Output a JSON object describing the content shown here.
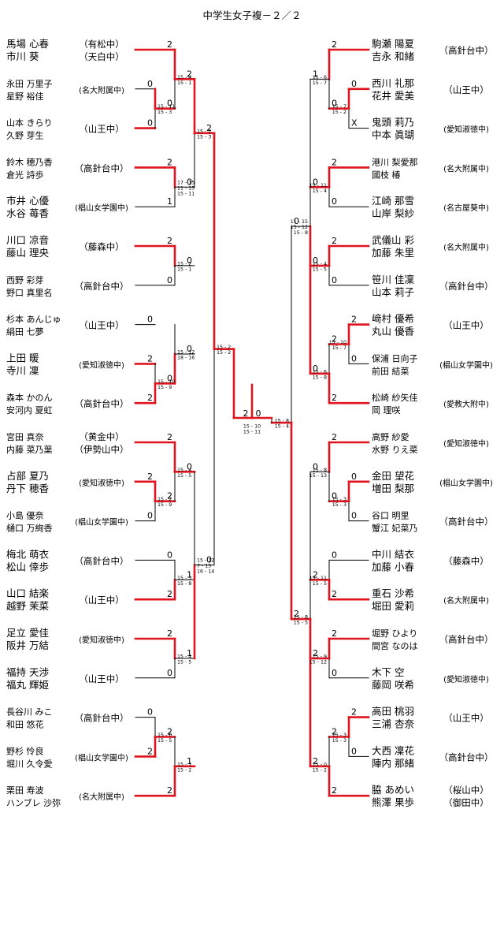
{
  "title": "中学生女子複－２／２",
  "left_pairs": [
    {
      "p1": "馬場 心春",
      "p2": "市川  葵",
      "team": "（有松中）",
      "team2": "（天白中）"
    },
    {
      "p1": "永田 万里子",
      "p2": "星野 裕佳",
      "team": "(名大附属中)"
    },
    {
      "p1": "山本 きらり",
      "p2": "久野 芽生",
      "team": "（山王中）"
    },
    {
      "p1": "鈴木 穂乃香",
      "p2": "倉光 詩歩",
      "team": "（高針台中）"
    },
    {
      "p1": "市井 心優",
      "p2": "水谷 苺香",
      "team": "(椙山女学園中)"
    },
    {
      "p1": "川口 凉音",
      "p2": "藤山 理央",
      "team": "（藤森中）"
    },
    {
      "p1": "西野 彩芽",
      "p2": "野口 真里名",
      "team": "（高針台中）"
    },
    {
      "p1": "杉本 あんじゅ",
      "p2": "絹田 七夢",
      "team": "（山王中）"
    },
    {
      "p1": "上田  暖",
      "p2": "寺川  凜",
      "team": "(愛知淑徳中)"
    },
    {
      "p1": "森本 かのん",
      "p2": "安河内 夏虹",
      "team": "（高針台中）"
    },
    {
      "p1": "宮田 真奈",
      "p2": "内藤 菜乃葉",
      "team": "（黄金中）",
      "team2": "（伊勢山中）"
    },
    {
      "p1": "占部 夏乃",
      "p2": "丹下 穂香",
      "team": "(愛知淑徳中)"
    },
    {
      "p1": "小島 優奈",
      "p2": "樋口 万絢香",
      "team": "(椙山女学園中)"
    },
    {
      "p1": "梅北 萌衣",
      "p2": "松山 倖歩",
      "team": "（高針台中）"
    },
    {
      "p1": "山口 結楽",
      "p2": "越野 茉菜",
      "team": "（山王中）"
    },
    {
      "p1": "足立 愛佳",
      "p2": "阪井 万結",
      "team": "(愛知淑徳中)"
    },
    {
      "p1": "福持 天渉",
      "p2": "福丸 輝姫",
      "team": "（山王中）"
    },
    {
      "p1": "長谷川 みこ",
      "p2": "和田 悠花",
      "team": "（高針台中）"
    },
    {
      "p1": "野杉 怜良",
      "p2": "堀川 久令愛",
      "team": "(椙山女学園中)"
    },
    {
      "p1": "栗田 寿波",
      "p2": "ハンブレ 沙弥",
      "team": "(名大附属中)"
    }
  ],
  "right_pairs": [
    {
      "p1": "駒瀬 陽夏",
      "p2": "吉永 和緒",
      "team": "（高針台中）"
    },
    {
      "p1": "西川 礼那",
      "p2": "花井 愛美",
      "team": "（山王中）"
    },
    {
      "p1": "鬼頭 莉乃",
      "p2": "中本 眞瑚",
      "team": "(愛知淑徳中)"
    },
    {
      "p1": "港川 梨愛那",
      "p2": "國枝  椿",
      "team": "(名大附属中)"
    },
    {
      "p1": "江崎 那雪",
      "p2": "山岸 梨紗",
      "team": "(名古屋葵中)"
    },
    {
      "p1": "武儀山 彩",
      "p2": "加藤 朱里",
      "team": "(名大附属中)"
    },
    {
      "p1": "笹川 佳凜",
      "p2": "山本 莉子",
      "team": "（高針台中）"
    },
    {
      "p1": "﨑村 優希",
      "p2": "丸山 優香",
      "team": "（山王中）"
    },
    {
      "p1": "保浦 日向子",
      "p2": "前田 結菜",
      "team": "(椙山女学園中)"
    },
    {
      "p1": "松崎 紗矢佳",
      "p2": "岡  理咲",
      "team": "(愛教大附中)"
    },
    {
      "p1": "高野 紗愛",
      "p2": "水野 りえ菜",
      "team": "(愛知淑徳中)"
    },
    {
      "p1": "金田 望花",
      "p2": "増田 梨那",
      "team": "(椙山女学園中)"
    },
    {
      "p1": "谷口 明里",
      "p2": "蟹江 妃菜乃",
      "team": "（高針台中）"
    },
    {
      "p1": "中川 結衣",
      "p2": "加藤 小春",
      "team": "（藤森中）"
    },
    {
      "p1": "重石 沙希",
      "p2": "堀田 愛莉",
      "team": "(名大附属中)"
    },
    {
      "p1": "堀野 ひより",
      "p2": "間宮 なのは",
      "team": "（高針台中）"
    },
    {
      "p1": "木下  空",
      "p2": "藤岡 咲希",
      "team": "(愛知淑徳中)"
    },
    {
      "p1": "高田 桃羽",
      "p2": "三浦 杏奈",
      "team": "（山王中）"
    },
    {
      "p1": "大西 凜花",
      "p2": "陣内 那緒",
      "team": "（高針台中）"
    },
    {
      "p1": "脇 あめい",
      "p2": "熊澤 果歩",
      "team": "（桜山中）",
      "team2": "（御田中）"
    }
  ],
  "left_results": {
    "a1": [
      "2",
      "0",
      "0",
      "2",
      "1",
      "2",
      "0",
      "0",
      "2",
      "2",
      "2",
      "2",
      "0",
      "0",
      "2",
      "2",
      "0",
      "0",
      "2",
      "2"
    ],
    "a2": [
      "2",
      "0",
      "2",
      "0",
      "0",
      "2",
      "2",
      "0",
      "0",
      "2"
    ],
    "a3": [
      "2",
      "0",
      "0",
      "1"
    ],
    "a4": [
      "2",
      "0"
    ]
  },
  "right_results": {
    "a1": [
      "2",
      "0",
      "X",
      "2",
      "0",
      "2",
      "0",
      "2",
      "0",
      "2",
      "2",
      "0",
      "0",
      "0",
      "2",
      "2",
      "0",
      "2",
      "0",
      "2"
    ],
    "a2": [
      "2",
      "0",
      "0",
      "2",
      "2",
      "0",
      "0",
      "2",
      "2",
      "2"
    ],
    "a3": [
      "1",
      "0",
      "0",
      "2"
    ],
    "a4": [
      "0",
      "2"
    ]
  },
  "scores": {
    "left_q": [
      [
        "15 - 0",
        "15 - 0"
      ],
      [
        "15 - 11",
        "15 - 3"
      ],
      [
        "17 - 15",
        "11 - 15",
        "15 - 11"
      ],
      [
        "15 - 2",
        "15 - 1"
      ],
      [
        "15 - 10",
        "15 - 9"
      ],
      [
        "15 - 6",
        "15 - 4"
      ],
      [
        "15 - 2",
        "15 - 9"
      ],
      [
        "15 - 3",
        "15 - 8"
      ],
      [
        "15 - 4",
        "15 - 5"
      ],
      [
        "15 - 6",
        "15 - 5"
      ]
    ],
    "left_r2": [
      [
        "15 - 4",
        "15 - 1"
      ],
      [
        "15 - 12",
        "18 - 16"
      ],
      [
        "15 - 11",
        "15 - 10"
      ],
      [
        "15 - 4",
        "15 - 5"
      ],
      [
        "15 - 8",
        "15 - 10"
      ],
      [
        "15 - 1",
        "15 - 2"
      ]
    ],
    "left_r3": [
      [
        "15 - 2",
        "15 - 3"
      ],
      [
        "15 - 12",
        "7 - 15",
        "16 - 14"
      ]
    ],
    "left_sf": [
      "15 - 2",
      "15 - 2"
    ],
    "right_q": [
      [
        "15 - 7",
        "15 - 2"
      ],
      [
        "15 - 11",
        "15 - 4"
      ],
      [
        "15 - 4",
        "15 - 5"
      ],
      [
        "15 - 10",
        "15 - 7"
      ],
      [
        "15 - 11",
        "15 - 2"
      ],
      [
        "15 - 3",
        "15 - 3"
      ],
      [
        "15 - 11",
        "15 - 5"
      ],
      [
        "15 - 9",
        "15 - 12"
      ],
      [
        "15 - 3",
        "15 - 3"
      ],
      [
        "15 - 0",
        "15 - 2"
      ]
    ],
    "right_r2": [
      [
        "15 - 6",
        "15 - 7"
      ],
      [
        "15 - 9",
        "15 - 10"
      ],
      [
        "15 - 6",
        "15 - 8"
      ],
      [
        "15 - 8",
        "15 - 13"
      ],
      [
        "15 - 0",
        "15 - 2"
      ]
    ],
    "right_r3": [
      [
        "11 - 15",
        "15 - 12",
        "15 - 8"
      ],
      [
        "15 - 8",
        "15 - 5"
      ]
    ],
    "right_sf": [
      "15 - 8",
      "15 - 4"
    ],
    "final": [
      "15 - 10",
      "15 - 11"
    ]
  },
  "final_results": [
    "2",
    "0"
  ],
  "colors": {
    "win_line": "#e0141e",
    "line": "#000000"
  }
}
